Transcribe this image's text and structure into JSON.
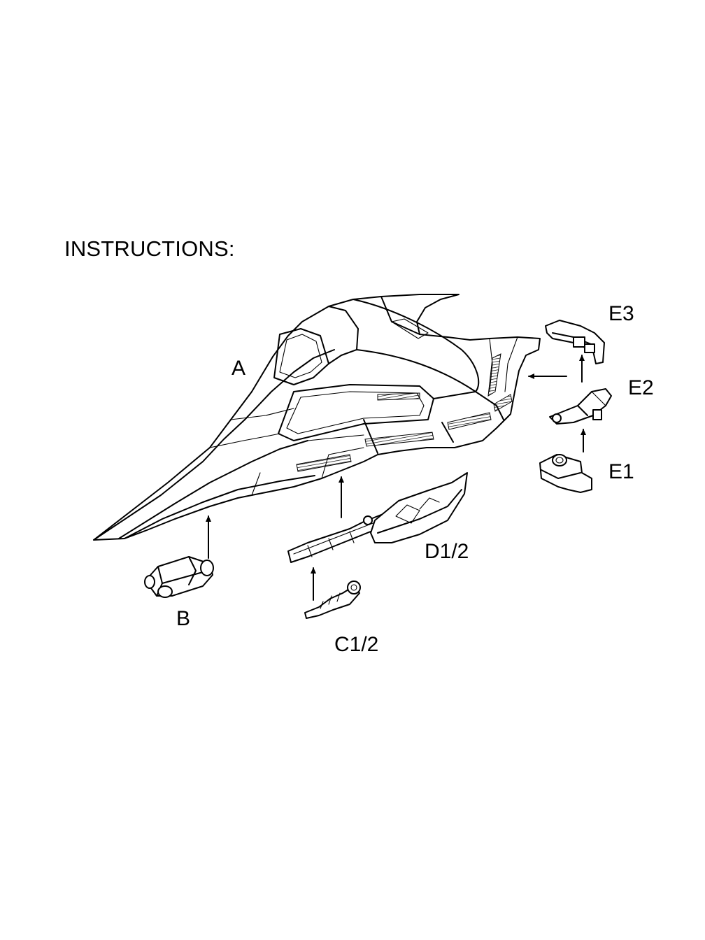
{
  "heading": "INSTRUCTIONS:",
  "parts": {
    "a": "A",
    "b": "B",
    "c": "C1/2",
    "d": "D1/2",
    "e1": "E1",
    "e2": "E2",
    "e3": "E3"
  },
  "colors": {
    "line": "#000000",
    "background": "#ffffff"
  }
}
